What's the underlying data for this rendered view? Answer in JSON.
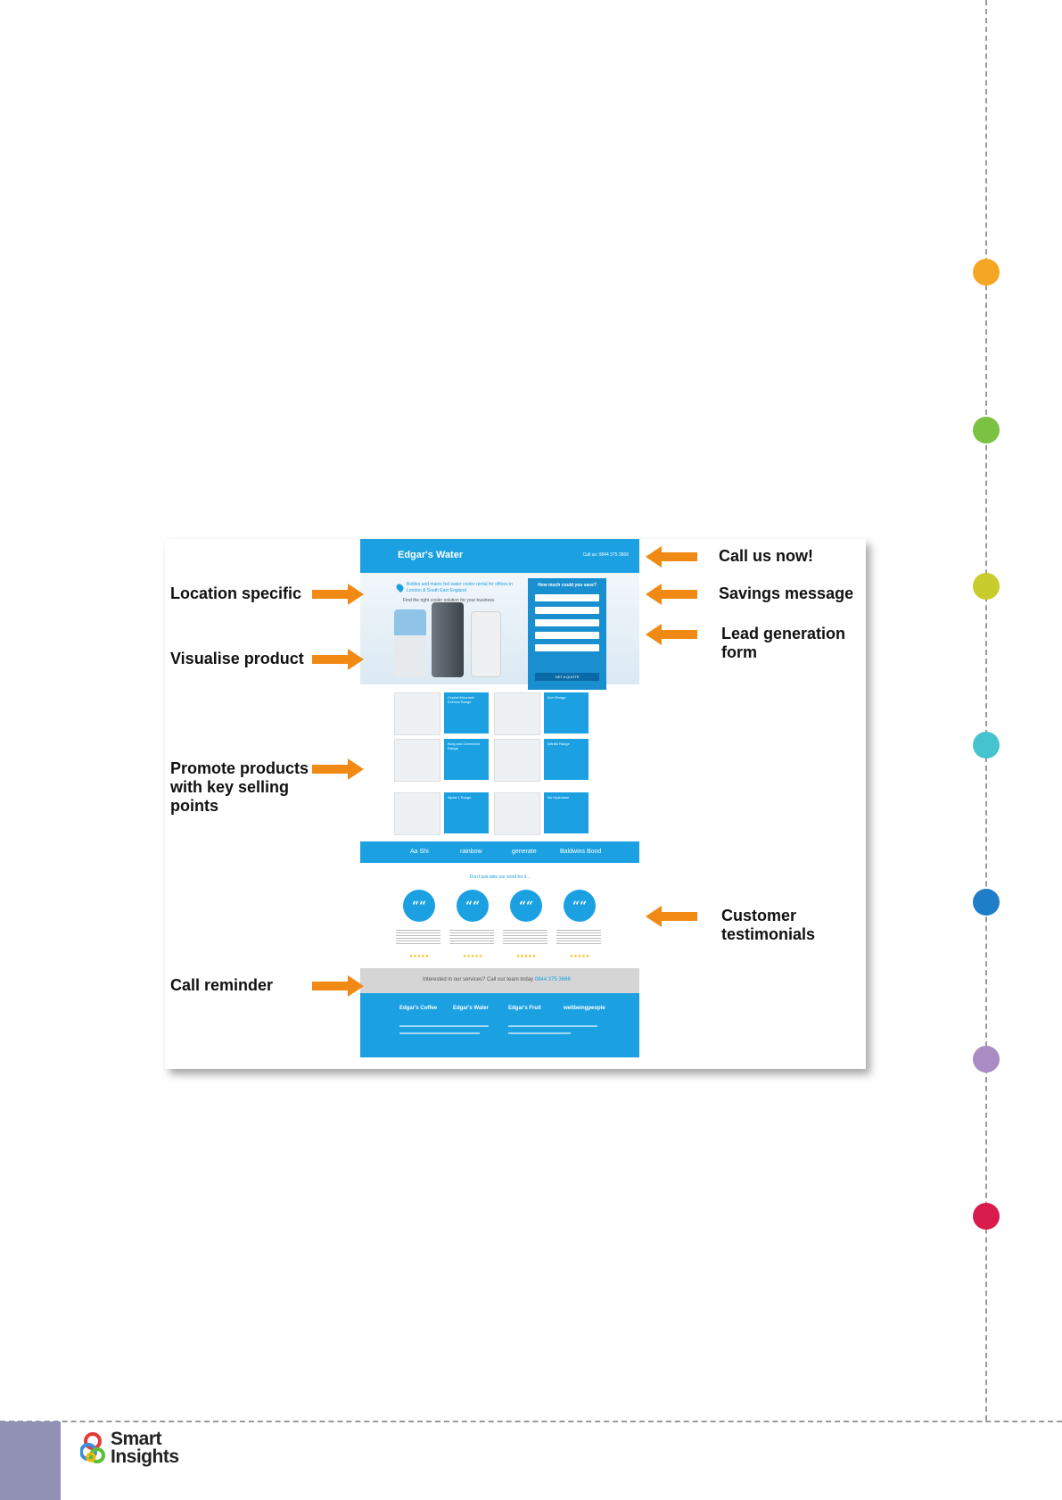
{
  "figure": {
    "callouts": {
      "call_us_now": "Call us now!",
      "location_specific": "Location specific",
      "savings_message": "Savings message",
      "lead_generation_form": "Lead generation form",
      "visualise_product": "Visualise product",
      "promote_products": "Promote products with key selling points",
      "customer_testimonials": "Customer testimonials",
      "call_reminder": "Call reminder"
    },
    "landing_page": {
      "logo": "Edgar's Water",
      "header_phone": "Call us: 0844 375 3666",
      "headline": "Bottles and mains fed water cooler rental for offices in London & South East England",
      "subheadline": "Find the right cooler solution for your business",
      "form_title": "How much could you save?",
      "form_button": "GET A QUOTE",
      "products": [
        {
          "title": "Crystal Mountain Everest Range"
        },
        {
          "title": "Ikon Range"
        },
        {
          "title": "Borg and Overmann Range"
        },
        {
          "title": "Infinit8 Range"
        },
        {
          "title": "Alpha 1 Range"
        },
        {
          "title": "No Hydrolase"
        }
      ],
      "brands": [
        "Aa Shi",
        "rainbow",
        "generate",
        "Baldwins Bond"
      ],
      "testimonials_title": "Don't just take our word for it...",
      "quote_glyph": "““",
      "stars": "★★★★★",
      "reminder_text": "Interested in our services? Call our team today",
      "reminder_phone": "0844 375 3666",
      "footer_logos": [
        "Edgar's Coffee",
        "Edgar's Water",
        "Edgar's Fruit",
        "wellbeingpeople"
      ]
    }
  },
  "footer": {
    "brand_line1": "Smart",
    "brand_line2": "Insights"
  },
  "colors": {
    "accent_blue": "#1ba1e2",
    "arrow_orange": "#f08a14",
    "dots": [
      "#f5a623",
      "#7cc242",
      "#c8cc2c",
      "#45c3cf",
      "#1e7ec8",
      "#a98cc4",
      "#d81b4a"
    ]
  }
}
